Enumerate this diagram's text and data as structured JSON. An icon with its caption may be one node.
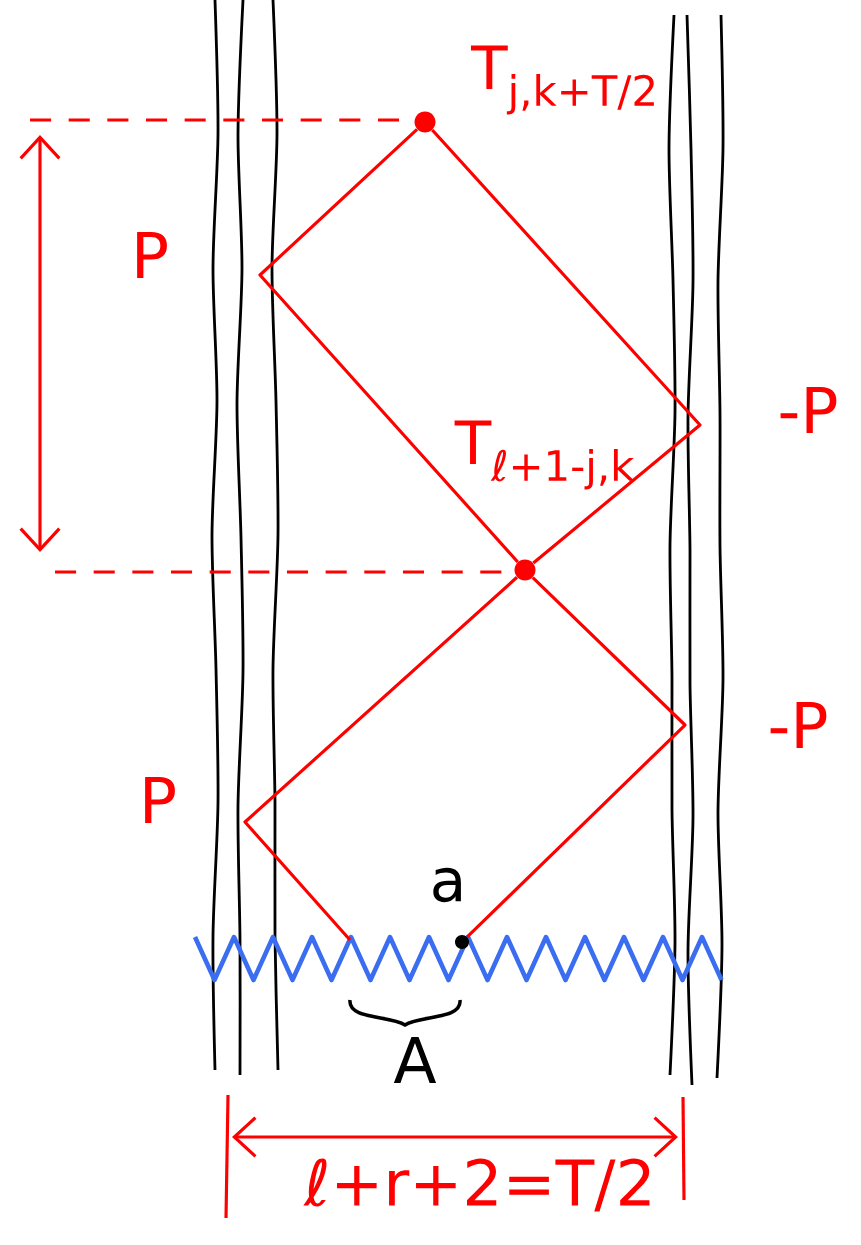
{
  "diagram": {
    "nodes": [
      {
        "text": [],
        "shape": "circle",
        "beside": [
          "T$_{j,k+T/2}$"
        ]
      },
      {
        "text": [],
        "shape": "circle",
        "beside": [
          "T$_{ℓ+1-j,k}$"
        ]
      },
      {
        "text": [],
        "shape": "circle",
        "beside": [
          "a"
        ]
      }
    ],
    "edges": [
      {
        "from": 1,
        "to": 0,
        "arrow": "none"
      },
      {
        "from": 1,
        "to": 0,
        "arrow": "none"
      },
      {
        "from": 2,
        "to": 1,
        "arrow": "none"
      },
      {
        "from": null,
        "to": 1,
        "arrow": "none"
      }
    ],
    "labels": [
      "P",
      "-P",
      "-P",
      "P",
      "A",
      "ℓ+r+2=T/2"
    ]
  }
}
